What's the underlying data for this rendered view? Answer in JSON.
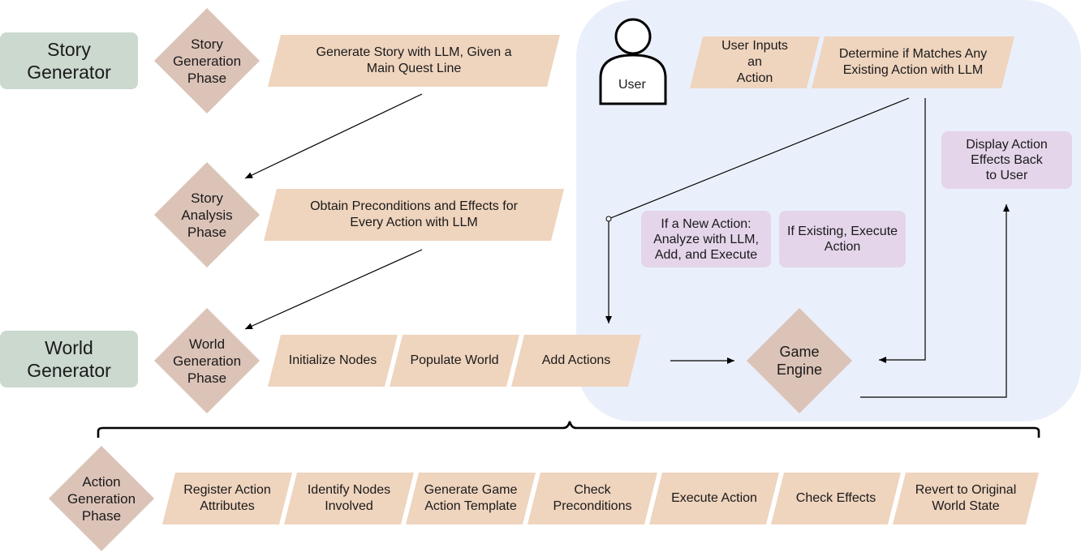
{
  "generators": {
    "story": "Story\nGenerator",
    "world": "World\nGenerator"
  },
  "phases": {
    "story_generation": "Story\nGeneration\nPhase",
    "story_analysis": "Story\nAnalysis\nPhase",
    "world_generation": "World\nGeneration\nPhase",
    "action_generation": "Action\nGeneration\nPhase"
  },
  "steps": {
    "generate_story": "Generate Story with LLM, Given a\nMain Quest Line",
    "obtain_preconditions": "Obtain Preconditions and Effects for\nEvery Action with LLM",
    "initialize_nodes": "Initialize Nodes",
    "populate_world": "Populate World",
    "add_actions": "Add Actions"
  },
  "action_steps": [
    "Register Action\nAttributes",
    "Identify Nodes\nInvolved",
    "Generate Game\nAction Template",
    "Check\nPreconditions",
    "Execute Action",
    "Check Effects",
    "Revert to Original\nWorld State"
  ],
  "user_flow": {
    "user_label": "User",
    "user_inputs": "User Inputs\nan\nAction",
    "determine_match": "Determine if Matches Any\nExisting Action with LLM",
    "new_action": "If a New Action:\nAnalyze with LLM,\nAdd, and Execute",
    "existing_action": "If Existing, Execute\nAction",
    "display_effects": "Display Action\nEffects Back\nto User",
    "game_engine": "Game\nEngine"
  },
  "colors": {
    "generator_fill": "#cbd9cf",
    "phase_fill": "#dcc3b8",
    "step_fill": "#efd4be",
    "purple_fill": "#e4d5ea",
    "panel_fill": "#eaf0fb",
    "line": "#000000"
  }
}
